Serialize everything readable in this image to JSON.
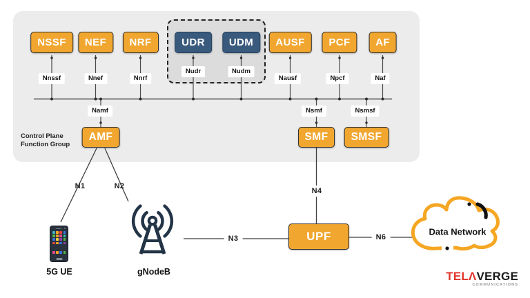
{
  "panel": {
    "group_label_line1": "Control Plane",
    "group_label_line2": "Function Group"
  },
  "nf_top": [
    {
      "label": "NSSF",
      "interface": "Nnssf"
    },
    {
      "label": "NEF",
      "interface": "Nnef"
    },
    {
      "label": "NRF",
      "interface": "Nnrf"
    },
    {
      "label": "UDR",
      "interface": "Nudr"
    },
    {
      "label": "UDM",
      "interface": "Nudm"
    },
    {
      "label": "AUSF",
      "interface": "Nausf"
    },
    {
      "label": "PCF",
      "interface": "Npcf"
    },
    {
      "label": "AF",
      "interface": "Naf"
    }
  ],
  "nf_lower": [
    {
      "label": "AMF",
      "interface": "Namf"
    },
    {
      "label": "SMF",
      "interface": "Nsmf"
    },
    {
      "label": "SMSF",
      "interface": "Nsmsf"
    }
  ],
  "edges": {
    "n1": "N1",
    "n2": "N2",
    "n3": "N3",
    "n4": "N4",
    "n6": "N6"
  },
  "nodes": {
    "ue_label": "5G UE",
    "gnb_label": "gNodeB",
    "upf_label": "UPF",
    "dn_label": "Data Network"
  },
  "logo": {
    "red": "TELΛ",
    "dark": "VERGE",
    "sub": "COMMUNICATIONS"
  },
  "colors": {
    "nf_orange": "#F1A62F",
    "nf_blue": "#3A5A7D",
    "panel_gray": "#ECECEC",
    "inner_group_gray": "#DCDCDC",
    "connector_line": "#4a4a4a",
    "icon_navy": "#233447",
    "cloud_orange": "#F5A623",
    "logo_red": "#E2342B"
  }
}
